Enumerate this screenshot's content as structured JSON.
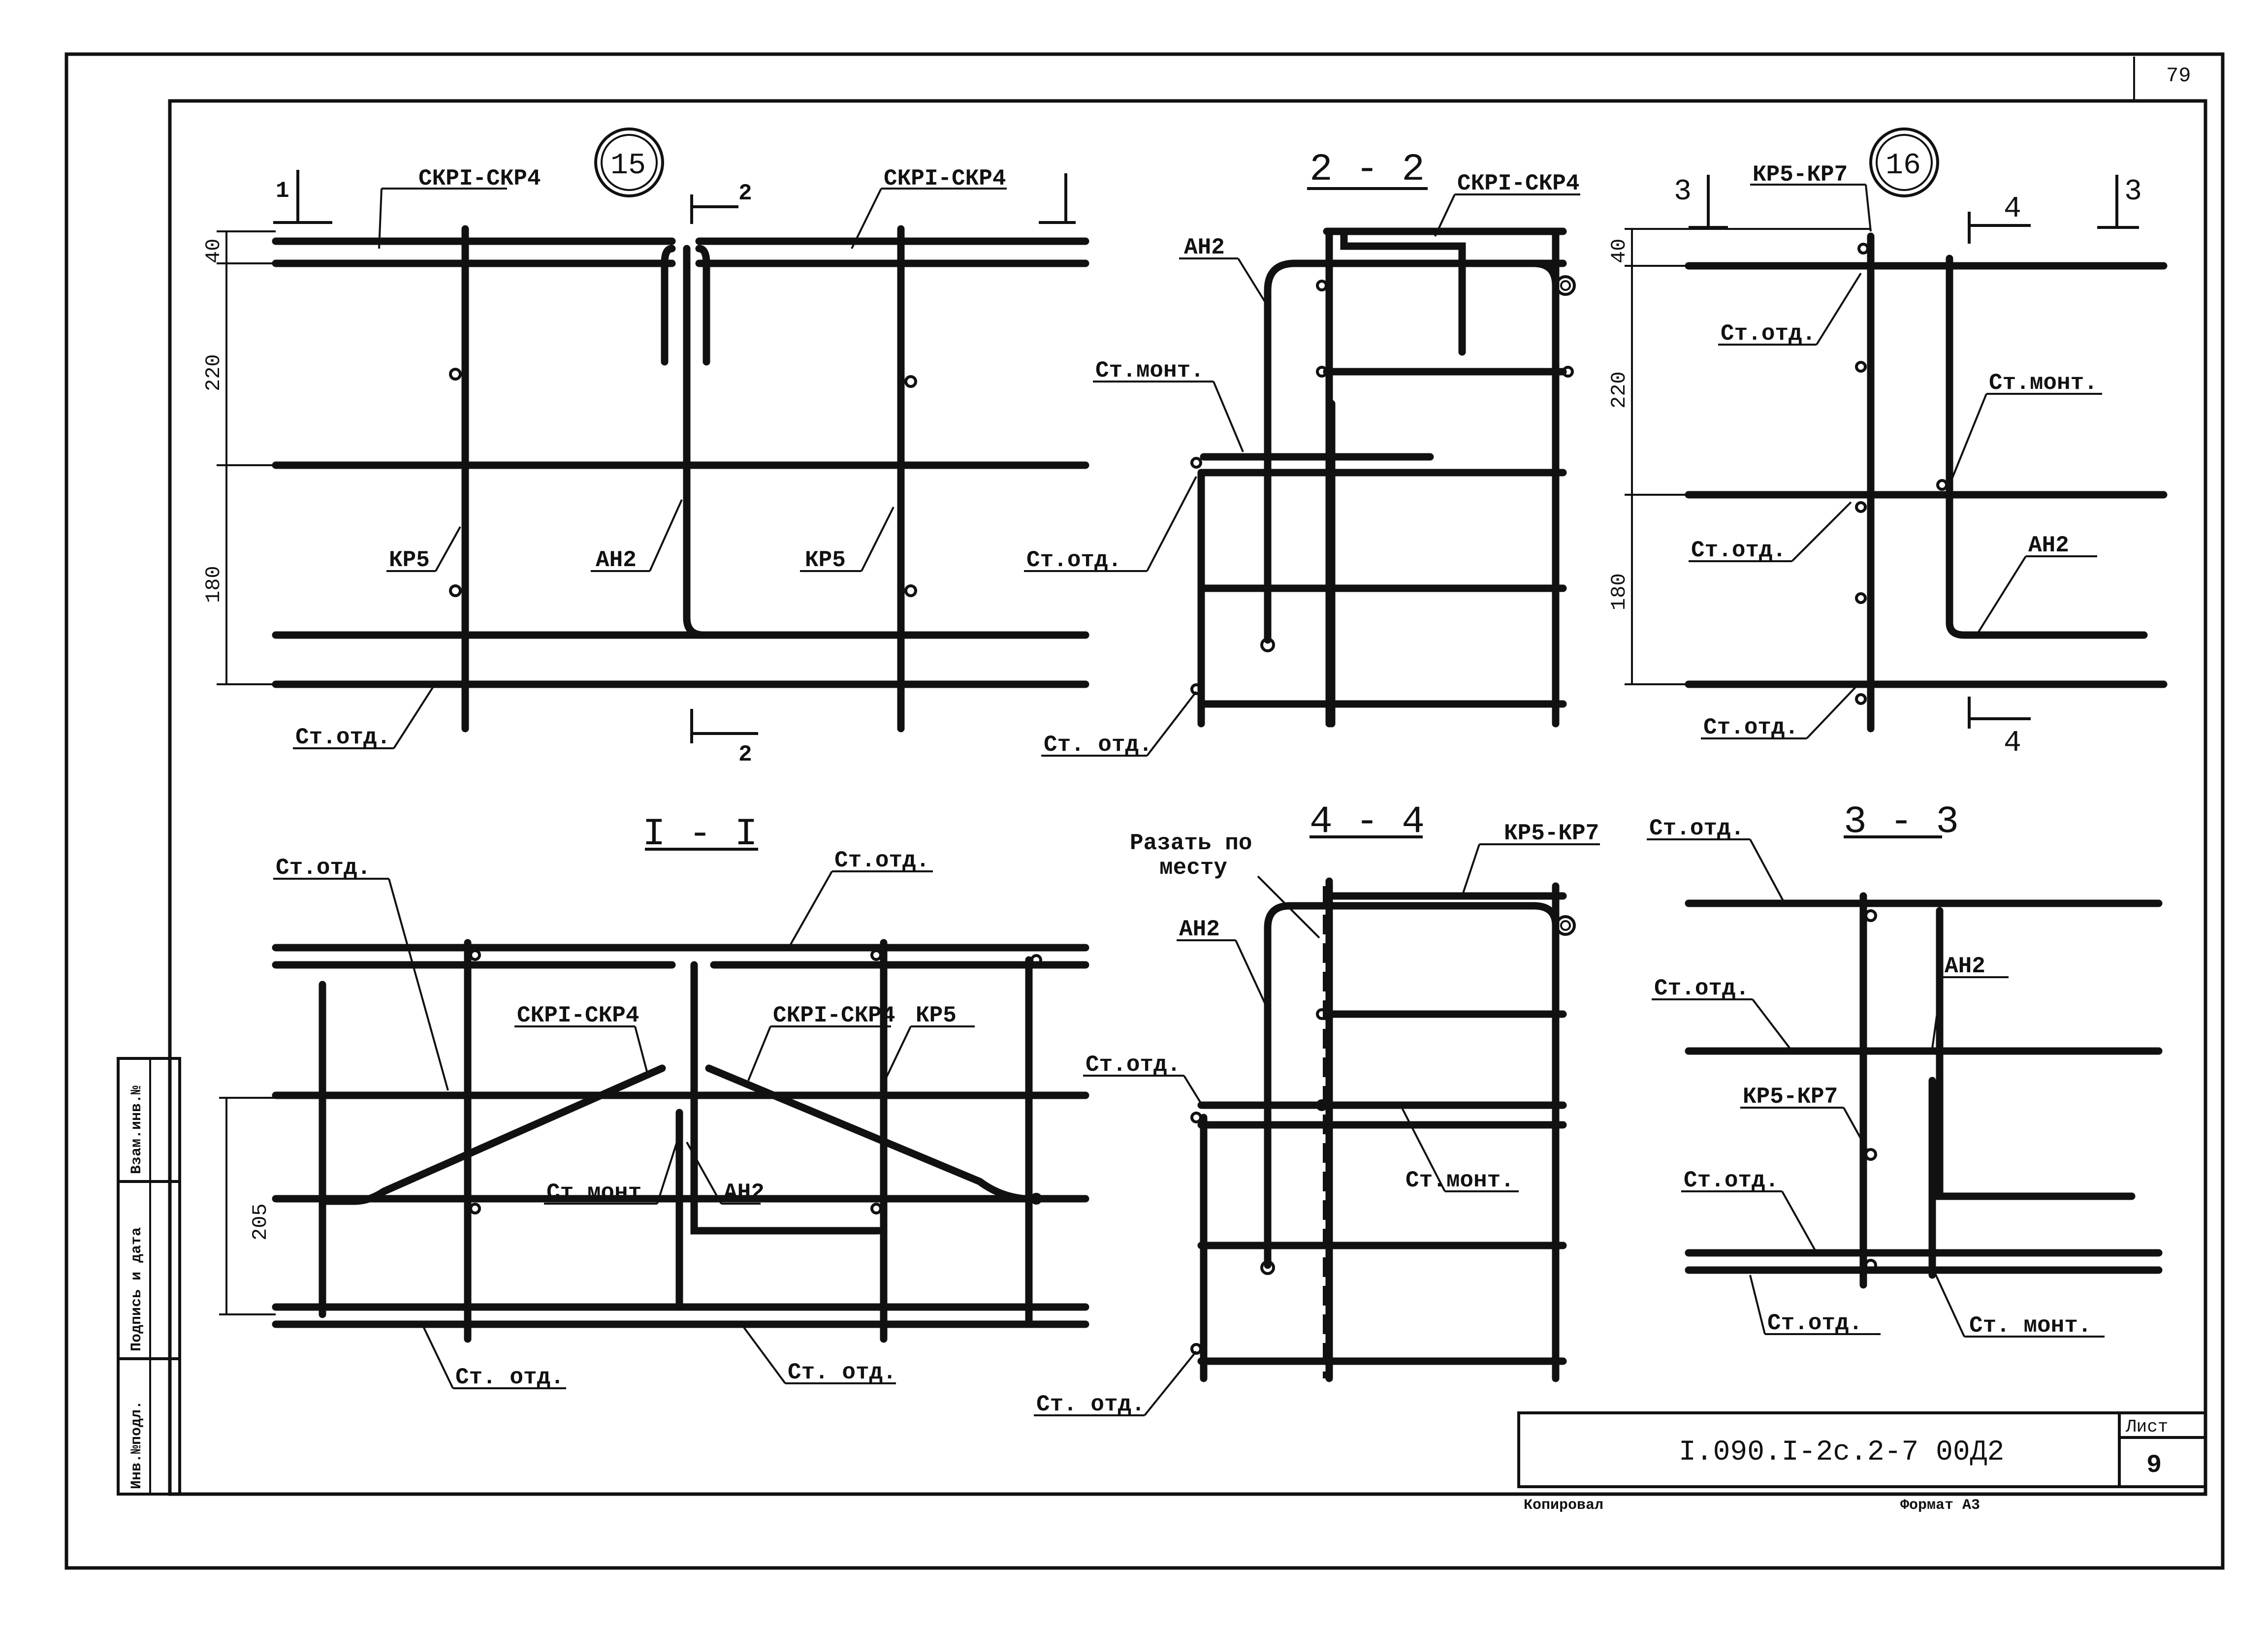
{
  "sheet": {
    "page_mark": "79",
    "designation": "I.090.I-2c.2-7 00Д2",
    "sheet_label": "Лист",
    "sheet_number": "9",
    "copied_label": "Копировал",
    "format_label": "Формат А3"
  },
  "stamp_column": {
    "inv_no": "Инв.№подл.",
    "sign_date": "Подпись и дата",
    "replace_inv": "Взам.инв.№"
  },
  "node_15": {
    "number": "15",
    "label_ckp_left": "СКРI-СКР4",
    "label_ckp_right": "СКРI-СКР4",
    "label_kp5_left": "КР5",
    "label_an2": "АН2",
    "label_kp5_right": "КР5",
    "label_st_otd": "Ст.отд.",
    "cut1_mark": "1",
    "cut2_top_mark": "2",
    "cut2_bottom_mark": "2",
    "dim_40": "40",
    "dim_220": "220",
    "dim_180": "180"
  },
  "section_2_2": {
    "title": "2 - 2",
    "label_ckp": "СКРI-СКР4",
    "label_an2": "АН2",
    "label_st_mont": "Ст.монт.",
    "label_st_otd_mid": "Ст.отд.",
    "label_st_otd_bottom": "Ст. отд."
  },
  "node_16": {
    "number": "16",
    "label_kp": "КР5-КР7",
    "label_st_otd_1": "Ст.отд.",
    "label_st_mont": "Ст.монт.",
    "label_st_otd_2": "Ст.отд.",
    "label_an2": "АН2",
    "label_st_otd_3": "Ст.отд.",
    "cut3_left_mark": "3",
    "cut3_right_mark": "3",
    "cut4_top_mark": "4",
    "cut4_bottom_mark": "4",
    "dim_40": "40",
    "dim_220": "220",
    "dim_180": "180"
  },
  "section_1_1": {
    "title": "I - I",
    "label_st_otd_left": "Ст.отд.",
    "label_st_otd_right": "Ст.отд.",
    "label_ckp_left": "СКРI-СКР4",
    "label_ckp_right": "СКРI-СКР4",
    "label_kp5": "КР5",
    "label_st_mont": "Ст.монт.",
    "label_an2": "АН2",
    "label_st_otd_bottom_left": "Ст. отд.",
    "label_st_otd_bottom_right": "Ст. отд.",
    "dim_205": "205"
  },
  "section_4_4": {
    "title": "4 - 4",
    "label_cut_line1": "Разать по",
    "label_cut_line2": "месту",
    "label_kp": "КР5-КР7",
    "label_an2": "АН2",
    "label_st_otd_left": "Ст.отд.",
    "label_st_mont": "Ст.монт.",
    "label_st_otd_bottom": "Ст. отд."
  },
  "section_3_3": {
    "title": "3 - 3",
    "label_st_otd_top": "Ст.отд.",
    "label_an2": "АН2",
    "label_st_otd_mid": "Ст.отд.",
    "label_kp": "КР5-КР7",
    "label_st_otd_lower": "Ст.отд.",
    "label_st_otd_bottom": "Ст.отд.",
    "label_st_mont": "Ст. монт."
  }
}
